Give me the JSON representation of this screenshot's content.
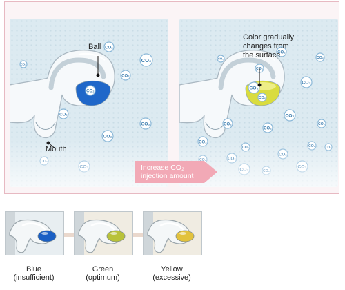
{
  "labels": {
    "ball": "Ball",
    "mouth": "Mouth",
    "color_change": [
      "Color gradually",
      "changes from",
      "the surface."
    ]
  },
  "bubble_text": "CO₂",
  "arrow": {
    "lines": [
      "Increase CO₂",
      "injection amount"
    ],
    "color": "#f2a9b6"
  },
  "legend": [
    {
      "color_name": [
        "Blue",
        "(insufficient)"
      ],
      "liquid": "#1a5fc4"
    },
    {
      "color_name": [
        "Green",
        "(optimum)"
      ],
      "liquid": "#b9c23a"
    },
    {
      "color_name": [
        "Yellow",
        "(excessive)"
      ],
      "liquid": "#e2c23d"
    }
  ],
  "colors": {
    "blue_liquid": "#1f67c9",
    "yellow_liquid": "#d9dc3e",
    "glass": "#f6f9fb",
    "bubble": "#8bb8d8",
    "frame": "#e7b9c2"
  }
}
